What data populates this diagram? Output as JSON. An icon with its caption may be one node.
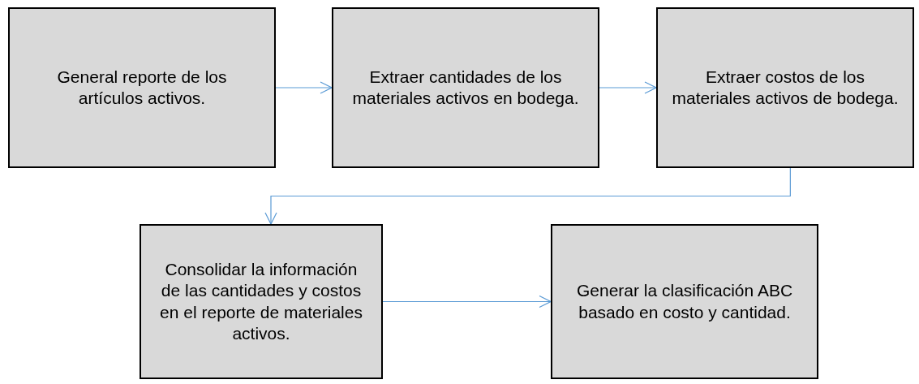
{
  "diagram": {
    "nodes": [
      {
        "text": [
          "General reporte de los artículos activos."
        ]
      },
      {
        "text": [
          "Extraer cantidades de los materiales activos en bodega."
        ]
      },
      {
        "text": [
          "Extraer costos de los materiales activos de bodega."
        ]
      },
      {
        "text": [
          "Consolidar la información de las cantidades y costos en el reporte de materiales activos."
        ]
      },
      {
        "text": [
          "Generar la clasificación ABC basado en costo y cantidad."
        ]
      }
    ],
    "edges": [
      {
        "from": 0,
        "to": 1,
        "arrow": "to"
      },
      {
        "from": 1,
        "to": 2,
        "arrow": "to"
      },
      {
        "from": 2,
        "to": 3,
        "arrow": "to"
      },
      {
        "from": 3,
        "to": 4,
        "arrow": "to"
      }
    ]
  }
}
